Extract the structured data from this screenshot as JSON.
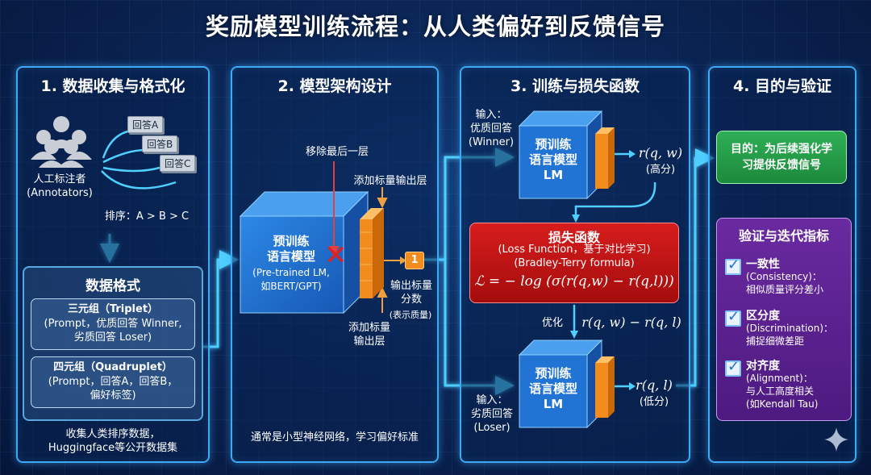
{
  "title": "奖励模型训练流程：从人类偏好到反馈信号",
  "colors": {
    "accent": "#3fa9f5",
    "orange": "#f08a1c",
    "red": "#c41414",
    "green": "#25a04a",
    "purple": "#5b2290"
  },
  "panel1": {
    "heading": "1. 数据收集与格式化",
    "annotator_label": "人工标注者\n(Annotators)",
    "answers": [
      "回答A",
      "回答B",
      "回答C"
    ],
    "ranking": "排序：A > B > C",
    "format_heading": "数据格式",
    "triplet_title": "三元组（Triplet）",
    "triplet_body": "(Prompt，优质回答 Winner,\n劣质回答 Loser)",
    "quad_title": "四元组（Quadruplet）",
    "quad_body": "(Prompt，回答A，回答B，\n偏好标签)",
    "footer": "收集人类排序数据，\nHuggingface等公开数据集"
  },
  "panel2": {
    "heading": "2. 模型架构设计",
    "remove_label": "移除最后一层",
    "add_top_label": "添加标量输出层",
    "lm_title": "预训练\n语言模型",
    "lm_sub": "(Pre-trained LM,\n如BERT/GPT)",
    "scalar_value": "1",
    "output_label": "输出标量\n分数",
    "output_sub": "(表示质量)",
    "add_bottom_label": "添加标量\n输出层",
    "footer": "通常是小型神经网络，学习偏好标准"
  },
  "panel3": {
    "heading": "3. 训练与损失函数",
    "input_top": "输入：\n优质回答\n(Winner)",
    "lm_label": "预训练\n语言模型\nLM",
    "score_high": "r(q, w)",
    "score_high_label": "(高分)",
    "loss_title": "损失函数",
    "loss_line1": "(Loss Function，基于对比学习)",
    "loss_line2": "(Bradley-Terry formula)",
    "loss_formula": "ℒ = − log (σ(r(q,w) − r(q,l)))",
    "optimize_label": "优化",
    "diff_label": "r(q, w) − r(q, l)",
    "input_bottom": "输入：\n劣质回答\n(Loser)",
    "score_low": "r(q, l)",
    "score_low_label": "(低分)"
  },
  "panel4": {
    "heading": "4. 目的与验证",
    "purpose": "目的：为后续强化学\n习提供反馈信号",
    "metrics_heading": "验证与迭代指标",
    "metrics": [
      {
        "title": "一致性",
        "body": "(Consistency)：\n相似质量评分差小"
      },
      {
        "title": "区分度",
        "body": "(Discrimination)：\n捕捉细微差距"
      },
      {
        "title": "对齐度",
        "body": "(Alignment)：\n与人工高度相关\n(如Kendall Tau)"
      }
    ]
  }
}
